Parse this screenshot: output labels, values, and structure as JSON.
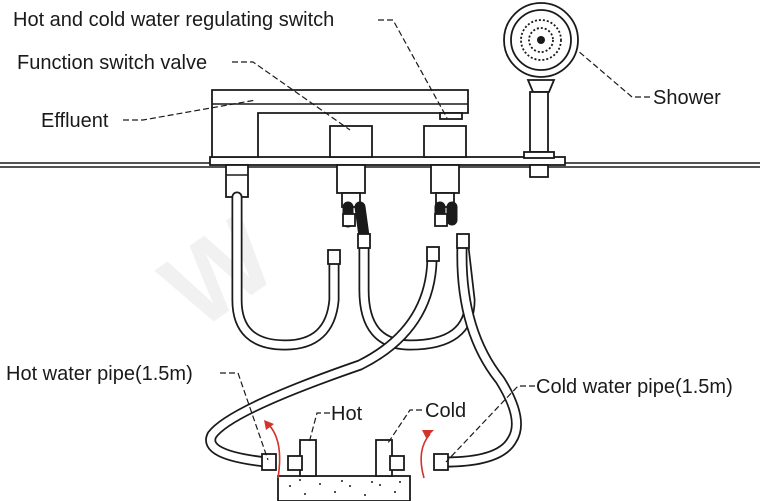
{
  "labels": {
    "hot_cold_switch": "Hot and cold water regulating switch",
    "function_valve": "Function switch valve",
    "effluent": "Effluent",
    "shower": "Shower",
    "hot_pipe": "Hot water pipe(1.5m)",
    "cold_pipe": "Cold water pipe(1.5m)",
    "hot": "Hot",
    "cold": "Cold"
  },
  "colors": {
    "line": "#1a1a1a",
    "arrow": "#d0342c",
    "watermark": "#d8d8d8"
  }
}
